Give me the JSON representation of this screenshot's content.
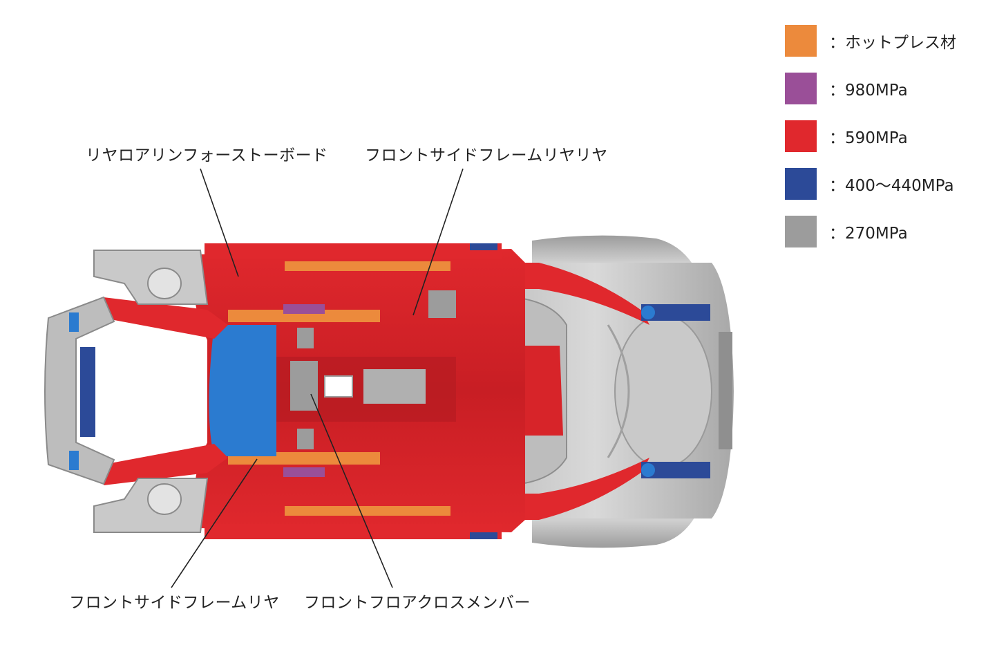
{
  "callouts": {
    "rear_floor_reinforcement": "リヤロアリンフォーストーボード",
    "front_side_frame_rear_rear": "フロントサイドフレームリヤリヤ",
    "front_side_frame_rear": "フロントサイドフレームリヤ",
    "front_floor_cross_member": "フロントフロアクロスメンバー"
  },
  "legend": [
    {
      "label": "：ホットプレス材",
      "color": "#ec8a3c"
    },
    {
      "label": "：980MPa",
      "color": "#9a4f98"
    },
    {
      "label": "：590MPa",
      "color": "#e0282d"
    },
    {
      "label": "：400〜440MPa",
      "color": "#2c4a98"
    },
    {
      "label": "：270MPa",
      "color": "#9c9c9c"
    }
  ],
  "colors": {
    "hot_press": "#ec8a3c",
    "mpa980": "#9a4f98",
    "mpa590": "#e0282d",
    "mpa400_440": "#2c4a98",
    "mpa270": "#9c9c9c",
    "blue_accent": "#2b7bd0"
  }
}
